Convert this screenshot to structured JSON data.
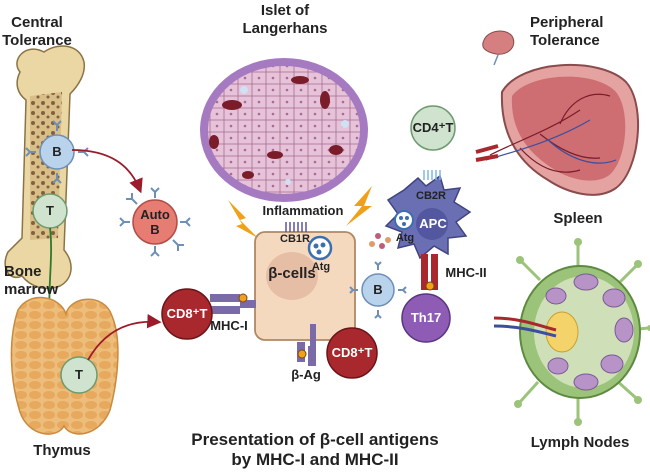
{
  "labels": {
    "central_tolerance": [
      "Central",
      "Tolerance"
    ],
    "islet": [
      "Islet of",
      "Langerhans"
    ],
    "peripheral_tolerance": [
      "Peripheral",
      "Tolerance"
    ],
    "bone_marrow": [
      "Bone",
      "marrow"
    ],
    "thymus": "Thymus",
    "spleen": "Spleen",
    "lymph_nodes": "Lymph Nodes",
    "inflammation": "Inflammation",
    "cb1r": "CB1R",
    "cb2r": "CB2R",
    "atg_beta": "Atg",
    "atg_apc": "Atg",
    "beta_cells": "β-cells",
    "apc": "APC",
    "mhc_i": "MHC-I",
    "mhc_ii": "MHC-II",
    "beta_ag": "β-Ag",
    "b_cell_marrow": "B",
    "t_cell_marrow": "T",
    "t_cell_thymus": "T",
    "auto_b": [
      "Auto",
      "B"
    ],
    "b_cell_center": "B",
    "cd4_t": "CD4⁺T",
    "cd8_t_left": "CD8⁺T",
    "cd8_t_bottom": "CD8⁺T",
    "th17": "Th17"
  },
  "caption": [
    "Presentation of β-cell antigens",
    "by MHC-I and MHC-II"
  ],
  "colors": {
    "bone": "#e9d6a4",
    "marrow": "#8a6a45",
    "islet_cell": "#e8c8dc",
    "islet_border": "#9b6fb3",
    "beta_cell": "#f5d9bf",
    "cd8": "#a8282d",
    "th17": "#8e5bb5",
    "apc": "#6a6fb3",
    "b_cell": "#b9d3ec",
    "t_cell": "#cfe3cf",
    "auto_b": "#e77c73",
    "arrow_red": "#9b1b2a",
    "arrow_green": "#2d7a2d",
    "bolt": "#f0a11a",
    "thymus": "#e9b772",
    "spleen": "#d67f80",
    "lymph": "#9bc37a"
  },
  "icons": [
    "bone-icon",
    "islet-icon",
    "spleen-icon",
    "lymph-node-icon",
    "thymus-icon",
    "lightning-bolt-icon",
    "antibody-icon",
    "receptor-icon",
    "mhc-icon"
  ]
}
